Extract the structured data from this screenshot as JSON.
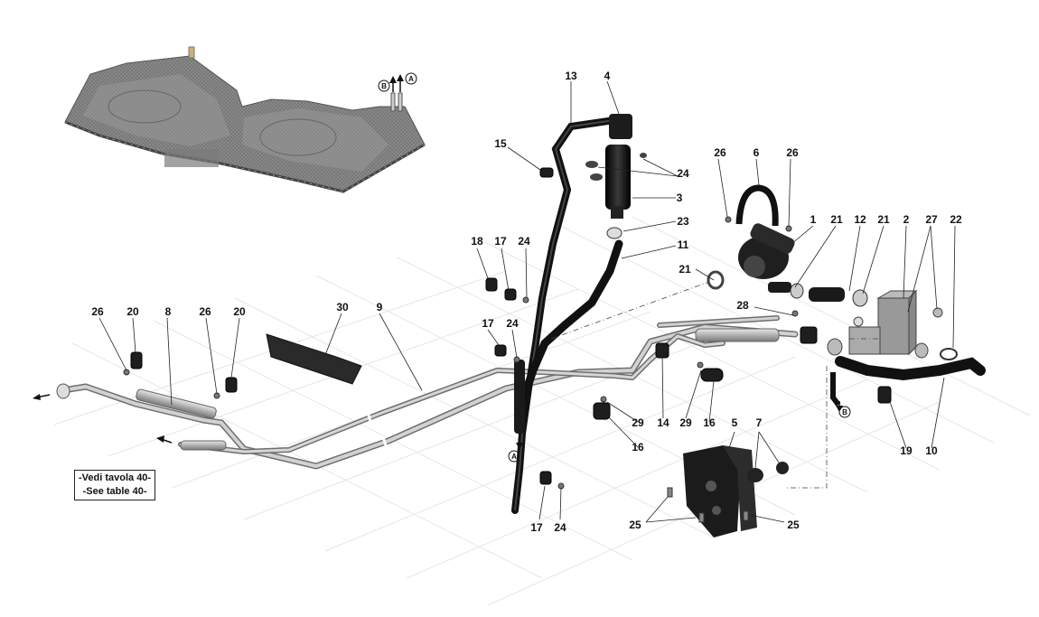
{
  "callouts": {
    "c1": "1",
    "c2": "2",
    "c3": "3",
    "c4": "4",
    "c5": "5",
    "c6": "6",
    "c7": "7",
    "c8": "8",
    "c9": "9",
    "c10": "10",
    "c11": "11",
    "c12": "12",
    "c13": "13",
    "c14": "14",
    "c15": "15",
    "c16a": "16",
    "c16b": "16",
    "c17a": "17",
    "c17b": "17",
    "c17c": "17",
    "c18": "18",
    "c19": "19",
    "c20a": "20",
    "c20b": "20",
    "c21a": "21",
    "c21b": "21",
    "c21c": "21",
    "c22": "22",
    "c23": "23",
    "c24a": "24",
    "c24b": "24",
    "c24c": "24",
    "c24d": "24",
    "c25a": "25",
    "c25b": "25",
    "c26a": "26",
    "c26b": "26",
    "c26c": "26",
    "c26d": "26",
    "c27": "27",
    "c28": "28",
    "c29a": "29",
    "c29b": "29",
    "c30": "30"
  },
  "markers": {
    "a_top": "A",
    "b_top": "B",
    "a_bottom": "A",
    "b_right": "B"
  },
  "note": {
    "line1": "-Vedi tavola 40-",
    "line2": "-See table 40-"
  },
  "colors": {
    "hose": "#1a1a1a",
    "pipe": "#b8b8b8",
    "tank": "#8e8e8e",
    "grid": "#e4e4e4",
    "leader": "#222222"
  }
}
